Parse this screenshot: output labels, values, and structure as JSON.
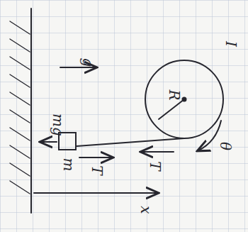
{
  "diagram": {
    "nodes": [
      {
        "text": [
          "m"
        ]
      },
      {
        "text": [
          "R"
        ]
      }
    ],
    "edges": [
      {
        "from": 0,
        "to": 1,
        "arrow": "none"
      }
    ],
    "labels": [
      "mg",
      "T",
      "T",
      "g",
      "θ",
      "I",
      "x"
    ]
  }
}
